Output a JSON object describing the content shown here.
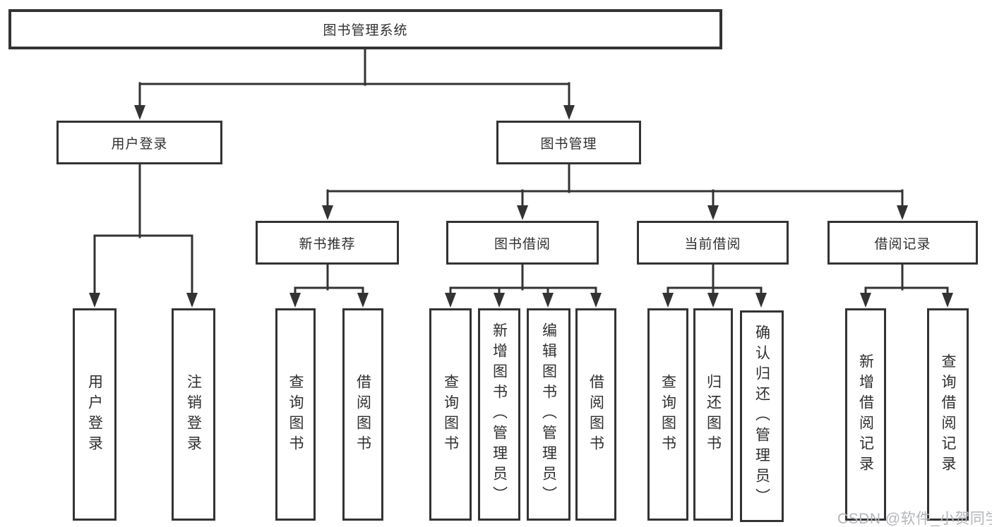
{
  "page": {
    "colors": {
      "stroke": "#333333",
      "text": "#2f2f2f",
      "box_background": "#ffffff",
      "watermark": "#b3b6ba"
    },
    "watermark": {
      "text": "CSDN @软件_小贺同学"
    }
  },
  "tree": {
    "root": {
      "label": "图书管理系统"
    },
    "branches": [
      {
        "label": "用户登录",
        "children": [
          {
            "label": "用户登录"
          },
          {
            "label": "注销登录"
          }
        ]
      },
      {
        "label": "图书管理",
        "children": [
          {
            "label": "新书推荐",
            "children": [
              {
                "label": "查询图书"
              },
              {
                "label": "借阅图书"
              }
            ]
          },
          {
            "label": "图书借阅",
            "children": [
              {
                "label": "查询图书"
              },
              {
                "label": "新增图书（管理员）"
              },
              {
                "label": "编辑图书（管理员）"
              },
              {
                "label": "借阅图书"
              }
            ]
          },
          {
            "label": "当前借阅",
            "children": [
              {
                "label": "查询图书"
              },
              {
                "label": "归还图书"
              },
              {
                "label": "确认归还（管理员）"
              }
            ]
          },
          {
            "label": "借阅记录",
            "children": [
              {
                "label": "新增借阅记录"
              },
              {
                "label": "查询借阅记录"
              }
            ]
          }
        ]
      }
    ]
  }
}
